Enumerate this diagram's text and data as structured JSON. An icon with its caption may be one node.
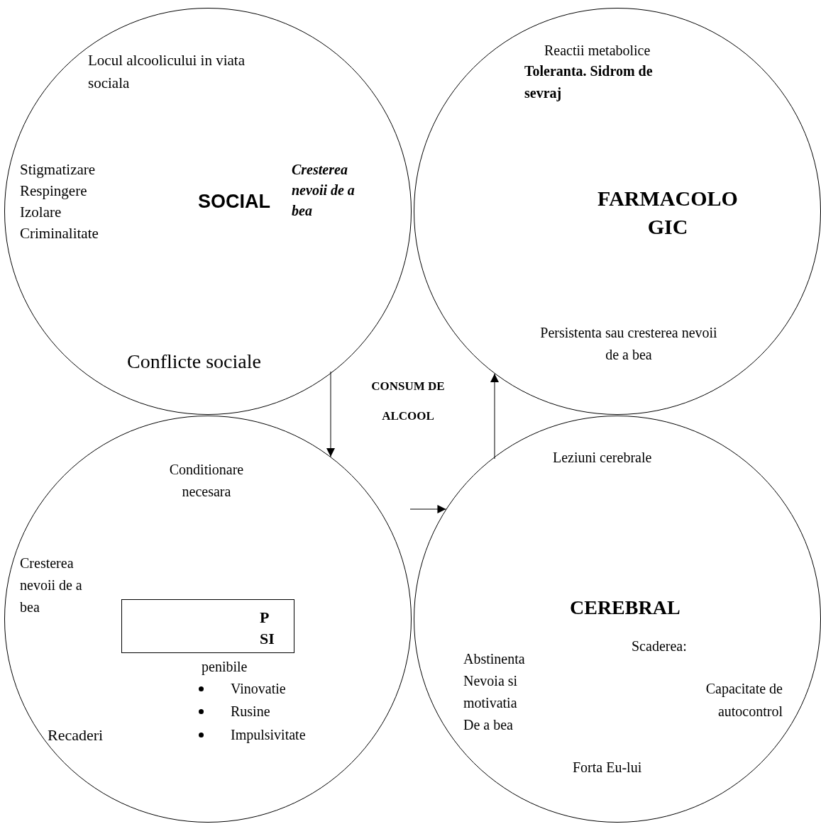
{
  "diagram": {
    "nodes": [
      {
        "text": [
          "Locul alcoolicului in viata sociala",
          "Stigmatizare Respingere Izolare Criminalitate",
          "SOCIAL",
          "Cresterea nevoii de a bea",
          "Conflicte sociale"
        ]
      },
      {
        "text": [
          "Reactii metabolice",
          "Toleranta. Sidrom de sevraj",
          "FARMACOLO GIC",
          "Persistenta sau cresterea nevoii de a bea"
        ]
      },
      {
        "text": [
          "Conditionare necesara",
          "Cresterea nevoii de a bea",
          "penibile",
          "Vinovatie",
          "Rusine",
          "Impulsivitate",
          "Recaderi"
        ]
      },
      {
        "text": [
          "Leziuni cerebrale",
          "CEREBRAL",
          "Scaderea:",
          "Abstinenta Nevoia si motivatia De a bea",
          "Capacitate de autocontrol",
          "Forta Eu-lui"
        ]
      },
      {
        "text": [
          "CONSUM DE ALCOOL"
        ]
      },
      {
        "text": [
          "P SI"
        ],
        "in": 2
      }
    ],
    "edges": [
      {
        "from": 0,
        "to": 2,
        "arrow": "to"
      },
      {
        "from": 2,
        "to": 3,
        "arrow": "to"
      },
      {
        "from": 3,
        "to": 1,
        "arrow": "to"
      }
    ]
  }
}
